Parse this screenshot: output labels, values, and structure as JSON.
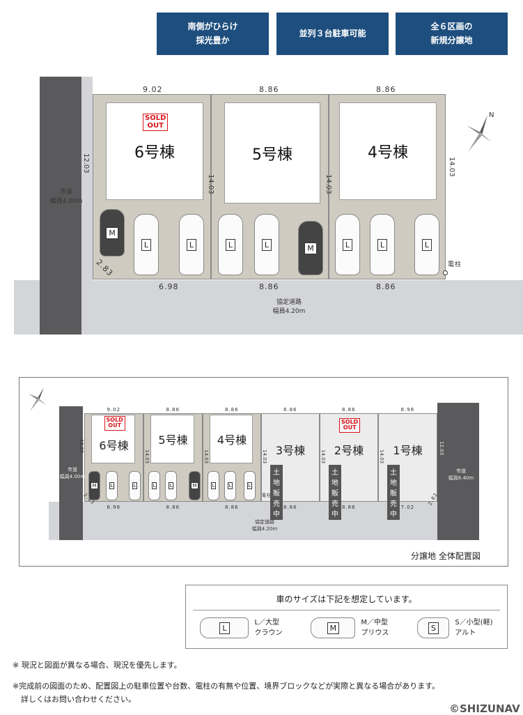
{
  "features": [
    "南側がひらけ\n採光豊か",
    "並列３台駐車可能",
    "全６区画の\n新規分譲地"
  ],
  "top_plan": {
    "lots": [
      {
        "name": "6号棟",
        "sold": "SOLD OUT",
        "top": "9.02",
        "bottom": "6.98",
        "side": "12.03"
      },
      {
        "name": "5号棟",
        "top": "8.86",
        "bottom": "8.86",
        "side": "14.03"
      },
      {
        "name": "4号棟",
        "top": "8.86",
        "bottom": "8.86",
        "side": "14.03",
        "side2": "14.03"
      }
    ],
    "corner": "2.83",
    "city_road": "市道\n幅員4.00m",
    "private_road": "協定道路\n幅員4.20m",
    "pole": "電柱",
    "cars": [
      "M",
      "L",
      "L",
      "L",
      "L",
      "M",
      "L",
      "L",
      "L"
    ],
    "north": "N"
  },
  "overall_plan": {
    "title": "分譲地 全体配置図",
    "lots": [
      {
        "name": "6号棟",
        "sold": "SOLD OUT",
        "top": "9.02",
        "bottom": "6.98"
      },
      {
        "name": "5号棟",
        "top": "8.86",
        "bottom": "8.86"
      },
      {
        "name": "4号棟",
        "top": "8.86",
        "bottom": "8.86"
      },
      {
        "name": "3号棟",
        "status": "土地販売中",
        "top": "8.86",
        "bottom": "8.86"
      },
      {
        "name": "2号棟",
        "sold": "SOLD OUT",
        "status": "土地販売中",
        "top": "8.86",
        "bottom": "8.86"
      },
      {
        "name": "1号棟",
        "status": "土地販売中",
        "top": "8.98",
        "bottom": "7.02"
      }
    ],
    "left_side": "12.03",
    "right_side": "12.03",
    "mid_side": "14.03",
    "corner_left": "2.83",
    "corner_right": "2.82",
    "left_road": "市道\n幅員4.00m",
    "right_road": "市道\n幅員6.40m",
    "private_road": "協定道路\n幅員4.20m",
    "pole": "電柱"
  },
  "legend": {
    "title": "車のサイズは下記を想定しています。",
    "items": [
      {
        "mark": "L",
        "size": "L／大型",
        "model": "クラウン"
      },
      {
        "mark": "M",
        "size": "M／中型",
        "model": "プリウス"
      },
      {
        "mark": "S",
        "size": "S／小型(軽)",
        "model": "アルト"
      }
    ]
  },
  "notes": [
    "※ 現況と図面が異なる場合、現況を優先します。",
    "※完成前の図面のため、配置図上の駐車位置や台数、電柱の有無や位置、境界ブロックなどが実際と異なる場合があります。",
    "詳しくはお問い合わせください。"
  ],
  "copyright": "©SHIZUNAV"
}
